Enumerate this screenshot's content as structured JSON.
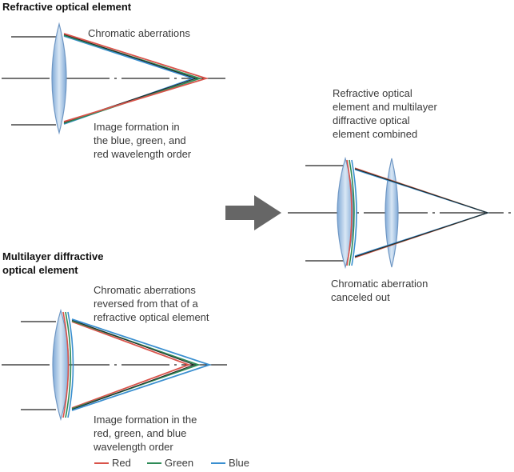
{
  "section_refractive": {
    "title": "Refractive optical element",
    "label_aberration": "Chromatic aberrations",
    "caption": [
      "Image formation in",
      "the blue, green, and",
      "red wavelength order"
    ]
  },
  "section_multilayer": {
    "title": [
      "Multilayer diffractive",
      "optical element"
    ],
    "label_aberration": [
      "Chromatic aberrations",
      "reversed from that of a",
      "refractive optical element"
    ],
    "caption": [
      "Image formation in the",
      "red, green, and blue",
      "wavelength order"
    ]
  },
  "section_combined": {
    "title": [
      "Refractive optical",
      "element and multilayer",
      "diffractive optical",
      "element combined"
    ],
    "caption": [
      "Chromatic aberration",
      "canceled out"
    ]
  },
  "legend": [
    {
      "label": "Red",
      "color": "#d9534a"
    },
    {
      "label": "Green",
      "color": "#2e8b57"
    },
    {
      "label": "Blue",
      "color": "#3a8fd0"
    }
  ],
  "colors": {
    "lens_fill": "#a9c7e6",
    "lens_stroke": "#6f97c4",
    "axis": "#222222",
    "arrow": "#666666"
  }
}
